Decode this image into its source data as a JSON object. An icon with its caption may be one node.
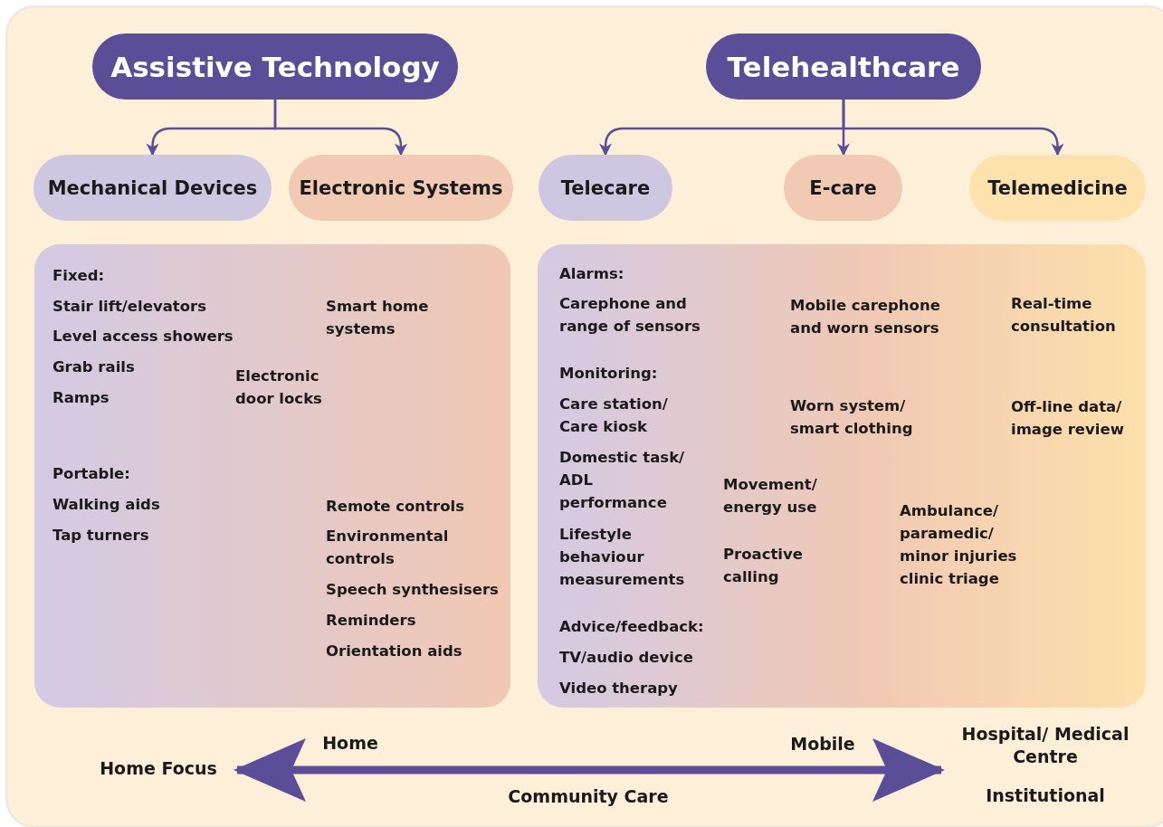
{
  "diagram": {
    "nodes": [
      {
        "text": [
          "Assistive Technology"
        ]
      },
      {
        "text": [
          "Mechanical Devices"
        ]
      },
      {
        "text": [
          "Electronic Systems"
        ]
      },
      {
        "text": [
          "Telehealthcare"
        ]
      },
      {
        "text": [
          "Telecare"
        ]
      },
      {
        "text": [
          "E-care"
        ]
      },
      {
        "text": [
          "Telemedicine"
        ]
      },
      {
        "text": [
          "Fixed:",
          "Stair lift/elevators",
          "Smart home systems",
          "Level access showers",
          "Grab rails",
          "Electronic door locks",
          "Ramps",
          "Portable:",
          "Walking aids",
          "Remote controls",
          "Tap turners",
          "Environmental controls",
          "Speech synthesisers",
          "Reminders",
          "Orientation aids"
        ]
      },
      {
        "text": [
          "Alarms:",
          "Carephone and range of sensors",
          "Mobile carephone and worn sensors",
          "Real-time consultation",
          "Monitoring:",
          "Care station/ Care kiosk",
          "Worn system/ smart clothing",
          "Off-line data/ image review",
          "Domestic task/ ADL performance",
          "Movement/ energy use",
          "Ambulance/ paramedic/ minor injuries clinic triage",
          "Lifestyle behaviour measurements",
          "Proactive calling",
          "Advice/feedback:",
          "TV/audio device",
          "Video therapy"
        ]
      },
      {
        "text": [
          "Home Focus"
        ]
      },
      {
        "text": [
          "Hospital/ Medical Centre",
          "Institutional"
        ]
      }
    ],
    "edges": [
      {
        "from": 0,
        "to": 1,
        "arrow": "to"
      },
      {
        "from": 0,
        "to": 2,
        "arrow": "to"
      },
      {
        "from": 3,
        "to": 4,
        "arrow": "to"
      },
      {
        "from": 3,
        "to": 5,
        "arrow": "to"
      },
      {
        "from": 3,
        "to": 6,
        "arrow": "to"
      },
      {
        "from": 9,
        "to": 10,
        "arrow": "both",
        "style": "thick"
      }
    ],
    "labels": [
      "Home",
      "Mobile",
      "Community Care"
    ]
  }
}
